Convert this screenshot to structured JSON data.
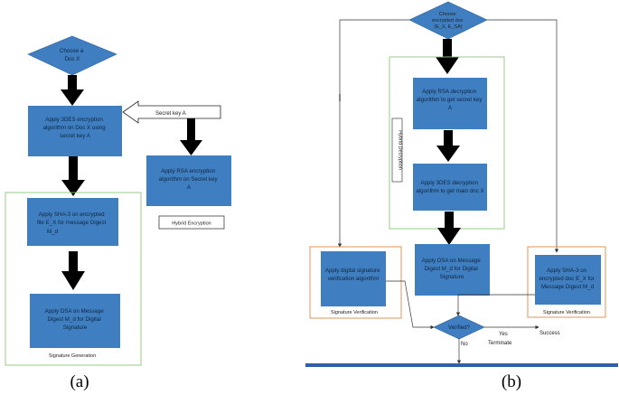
{
  "panel_a": {
    "caption": "(a)",
    "start_diamond": [
      "Choose a",
      "Doc X"
    ],
    "box_3des": [
      "Apply 3DES encryption",
      "algorithm on Doc X using",
      "secret key A"
    ],
    "secret_key_label": "Secret key A",
    "box_rsa": [
      "Apply RSA encryption",
      "algorithm on Secret key",
      "A"
    ],
    "hybrid_label": "Hybrid Encryption",
    "box_sha": [
      "Apply SHA-3 on encrypted",
      "file E_X for message Digest",
      "M_d"
    ],
    "box_dsa": [
      "Apply DSA on Message",
      "Digest M_d for Digital",
      "Signature"
    ],
    "group_label": "Signature Generation"
  },
  "panel_b": {
    "caption": "(b)",
    "start_diamond": [
      "Choose",
      "encrypted doc",
      "(E_X, E_SA)"
    ],
    "box_rsa_dec": [
      "Apply RSA decryption",
      "algorithm to get secret key",
      "A"
    ],
    "hybrid_label": "Hybrid Decryption",
    "box_3des_dec": [
      "Apply 3DES decryption",
      "algorithm to get main doc X"
    ],
    "box_dsa": [
      "Apply DSA on Message",
      "Digest M_d for Digital",
      "Signature"
    ],
    "box_verify_alg": [
      "Apply digital signature",
      "verification algorithm"
    ],
    "left_group_label": "Signature Verification",
    "box_sha": [
      "Apply SHA-3 on",
      "encrypted doc E_X for",
      "Message Digest M_d"
    ],
    "right_group_label": "Signature Verification",
    "decision": "Verified?",
    "yes": "Yes",
    "no": "No",
    "success": "Success",
    "terminate": "Terminate"
  },
  "colors": {
    "box_fill": "#3f7fc1",
    "green_frame": "#8cc97a",
    "orange_frame": "#e08a45",
    "blue_rule": "#2f5fa8"
  }
}
